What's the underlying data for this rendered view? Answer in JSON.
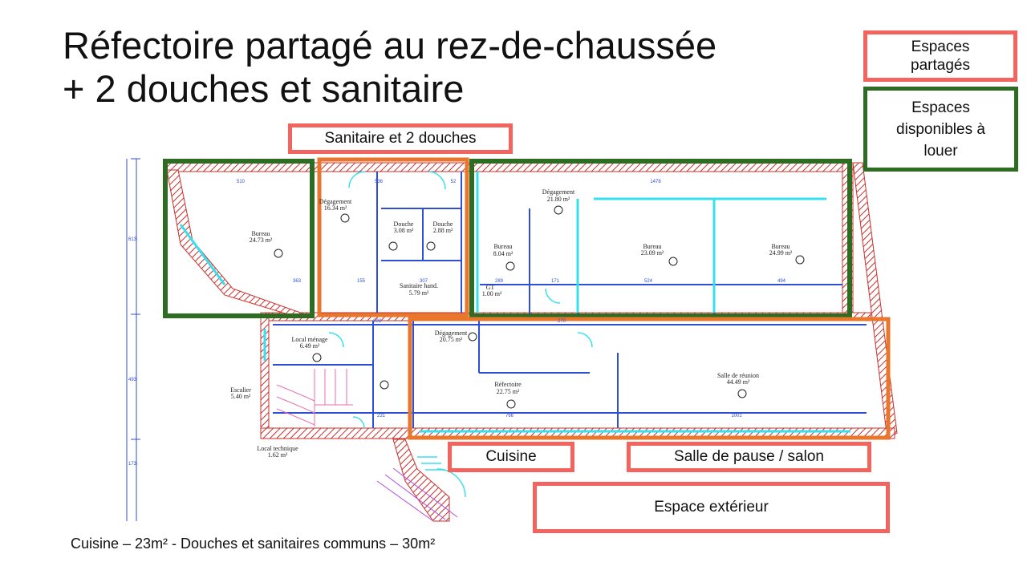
{
  "title": {
    "line1": "Réfectoire partagé au rez-de-chaussée",
    "line2": "+ 2 douches et sanitaire"
  },
  "legend": {
    "shared": "Espaces partagés",
    "rentable": "Espaces disponibles à louer"
  },
  "callouts": {
    "sanitaire": "Sanitaire et 2 douches",
    "cuisine": "Cuisine",
    "salle_pause": "Salle de pause / salon",
    "exterieur": "Espace extérieur"
  },
  "footnote": "Cuisine – 23m² - Douches et sanitaires communs – 30m²",
  "colors": {
    "shared_border": "#f4645f",
    "rentable_border": "#2e6b23",
    "plan_overlay_border": "#e8762d",
    "wall_fill": "#c9302c",
    "dimension_line": "#2f4fd6",
    "window": "#37e0ee"
  },
  "plan": {
    "rooms": [
      {
        "name": "Bureau",
        "area": "24.73 m²"
      },
      {
        "name": "Dégagement",
        "area": "16.34 m²"
      },
      {
        "name": "Douche",
        "area": "3.08 m²"
      },
      {
        "name": "Douche",
        "area": "2.88 m²"
      },
      {
        "name": "Sanitaire hand.",
        "area": "5.79 m²"
      },
      {
        "name": "Dégagement",
        "area": "21.80 m²"
      },
      {
        "name": "Bureau",
        "area": "8.04 m²"
      },
      {
        "name": "GT",
        "area": "1.00 m²"
      },
      {
        "name": "Bureau",
        "area": "23.09 m²"
      },
      {
        "name": "Bureau",
        "area": "24.99 m²"
      },
      {
        "name": "Local ménage",
        "area": "6.49 m²"
      },
      {
        "name": "Escalier",
        "area": "5.40 m²"
      },
      {
        "name": "Local technique",
        "area": "1.62 m²"
      },
      {
        "name": "Dégagement",
        "area": "20.75 m²"
      },
      {
        "name": "Réfectoire",
        "area": "22.75 m²"
      },
      {
        "name": "Salle de réunion",
        "area": "44.49 m²"
      }
    ],
    "dimensions": [
      "510",
      "536",
      "52",
      "1478",
      "363",
      "155",
      "307",
      "289",
      "171",
      "524",
      "494",
      "298",
      "270",
      "766",
      "1001",
      "231",
      "613",
      "493",
      "173"
    ]
  }
}
